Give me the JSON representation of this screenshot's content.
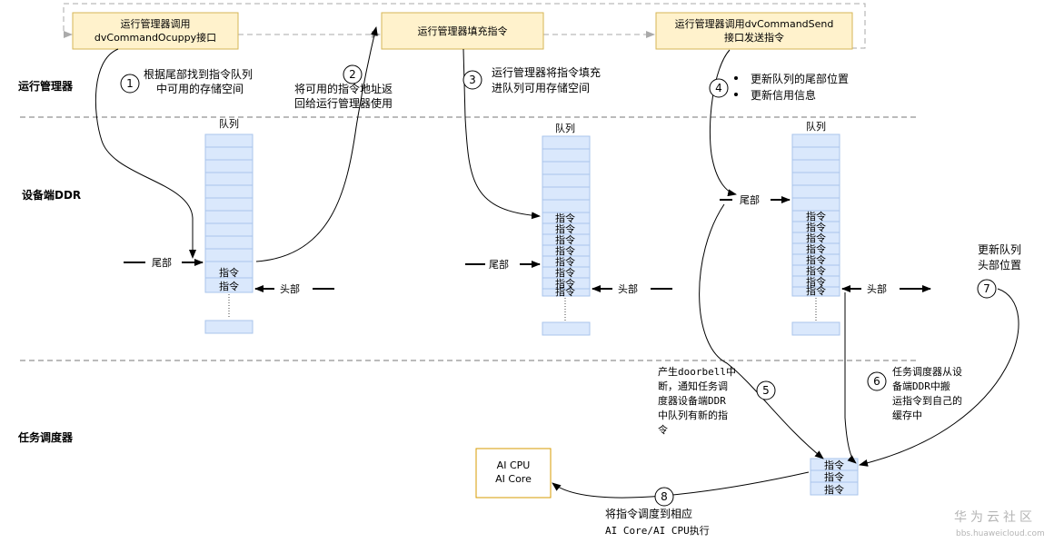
{
  "lanes": {
    "run_manager": "运行管理器",
    "device_ddr": "设备端DDR",
    "task_scheduler": "任务调度器"
  },
  "boxes": {
    "call_occupy": [
      "运行管理器调用",
      "dvCommandOcuppy接口"
    ],
    "fill_cmd": "运行管理器填充指令",
    "call_send": [
      "运行管理器调用dvCommandSend",
      "接口发送指令"
    ],
    "ai": [
      "AI CPU",
      "AI Core"
    ]
  },
  "steps": {
    "s1": {
      "num": "1",
      "lines": [
        "根据尾部找到指令队列",
        "中可用的存储空间"
      ]
    },
    "s2": {
      "num": "2",
      "lines": [
        "将可用的指令地址返",
        "回给运行管理器使用"
      ]
    },
    "s3": {
      "num": "3",
      "lines": [
        "运行管理器将指令填充",
        "进队列可用存储空间"
      ]
    },
    "s4": {
      "num": "4",
      "lines": [
        "更新队列的尾部位置",
        "更新信用信息"
      ]
    },
    "s5": {
      "num": "5",
      "lines": [
        "产生doorbell中",
        "断，通知任务调",
        "度器设备端DDR",
        "中队列有新的指",
        "令"
      ]
    },
    "s6": {
      "num": "6",
      "lines": [
        "任务调度器从设",
        "备端DDR中搬",
        "运指令到自己的",
        "缓存中"
      ]
    },
    "s7": {
      "num": "7",
      "lines": [
        "更新队列",
        "头部位置"
      ]
    },
    "s8": {
      "num": "8",
      "lines": [
        "将指令调度到相应",
        "AI Core/AI CPU执行"
      ]
    }
  },
  "queue": {
    "title": "队列",
    "cmd": "指令",
    "tail": "尾部",
    "head": "头部"
  },
  "watermark": {
    "brand": "华为云社区",
    "url": "bbs.huaweicloud.com"
  }
}
